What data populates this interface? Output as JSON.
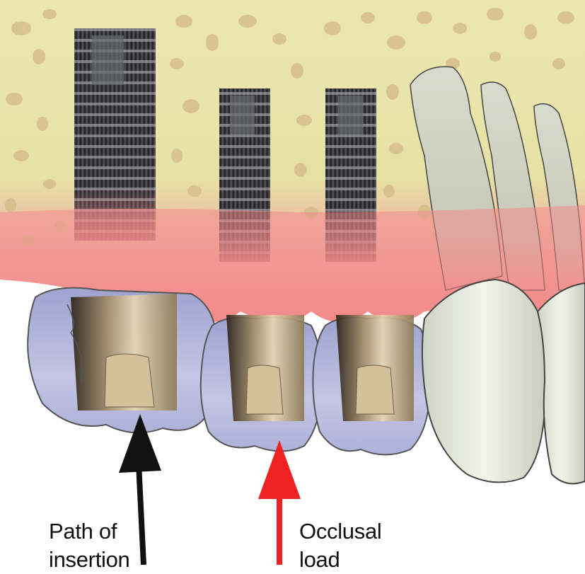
{
  "diagram": {
    "labels": {
      "path_of_insertion": "Path of\ninsertion",
      "occlusal_load": "Occlusal\nload"
    },
    "arrows": [
      {
        "name": "path-of-insertion-arrow",
        "color": "#111111"
      },
      {
        "name": "occlusal-load-arrow",
        "color": "#ee2222"
      }
    ],
    "colors": {
      "bone": "#e9e4a8",
      "bone_pore": "#d3b98b",
      "gingiva": "#f28f8f",
      "crown": "#b9bbdc",
      "implant": "#3b3b3e",
      "abutment": "#cbb48b",
      "natural_tooth": "#e9ecdf"
    }
  }
}
